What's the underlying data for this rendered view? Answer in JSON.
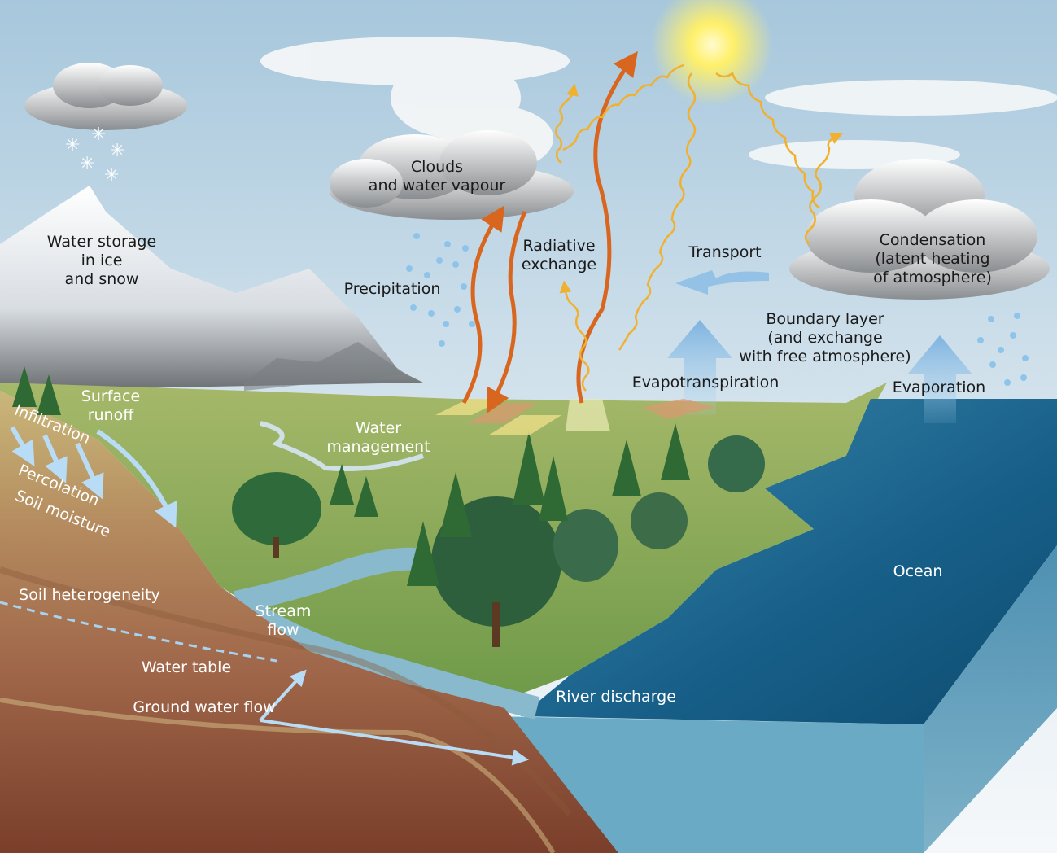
{
  "labels": {
    "water_storage": [
      "Water storage",
      "in ice",
      "and snow"
    ],
    "clouds": [
      "Clouds",
      "and water vapour"
    ],
    "radiative": [
      "Radiative",
      "exchange"
    ],
    "precipitation": "Precipitation",
    "transport": "Transport",
    "condensation": [
      "Condensation",
      "(latent heating",
      "of atmosphere)"
    ],
    "boundary_layer": [
      "Boundary layer",
      "(and exchange",
      "with free atmosphere)"
    ],
    "evapotranspiration": "Evapotranspiration",
    "evaporation": "Evaporation",
    "surface_runoff": [
      "Surface",
      "runoff"
    ],
    "infiltration": "Infiltration",
    "percolation": "Percolation",
    "soil_moisture": "Soil moisture",
    "water_management": [
      "Water",
      "management"
    ],
    "soil_heterogeneity": "Soil heterogeneity",
    "stream_flow": [
      "Stream",
      "flow"
    ],
    "water_table": "Water table",
    "ground_water_flow": "Ground water flow",
    "river_discharge": "River discharge",
    "ocean": "Ocean"
  },
  "colors": {
    "sky_top": "#a9c9de",
    "ocean": "#1d6690",
    "land": "#8fae5a",
    "radiation_arrow": "#d9661f",
    "solar_wave": "#f0b030",
    "flow_arrow": "#a8d2f0"
  }
}
